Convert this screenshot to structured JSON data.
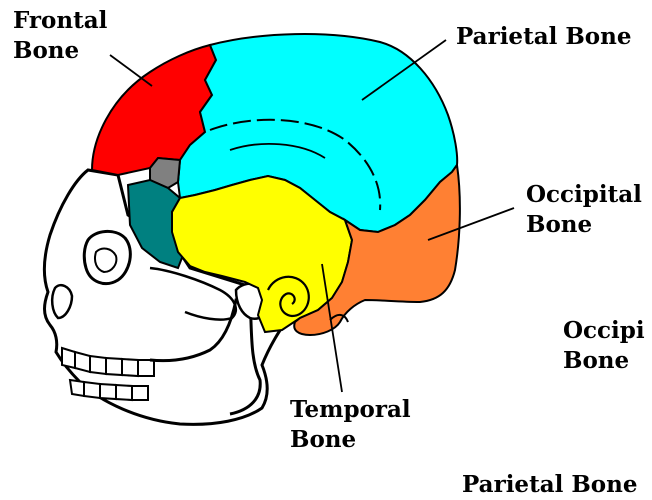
{
  "labels": {
    "frontal": {
      "line1": "Frontal",
      "line2": "Bone"
    },
    "parietal": {
      "text": "Parietal Bone"
    },
    "occipital": {
      "line1": "Occipital",
      "line2": "Bone"
    },
    "occipital_cut": {
      "line1": "Occipi",
      "line2": "Bone"
    },
    "temporal": {
      "line1": "Temporal",
      "line2": "Bone"
    },
    "parietal_cut": {
      "text": "Parietal Bone"
    }
  },
  "colors": {
    "frontal": "#ff0000",
    "parietal": "#00ffff",
    "occipital": "#ff8033",
    "temporal": "#ffff00",
    "sphenoid": "#008080",
    "ethmoid_gray": "#808080",
    "bone_outline": "#000000",
    "skull_white": "#ffffff"
  }
}
